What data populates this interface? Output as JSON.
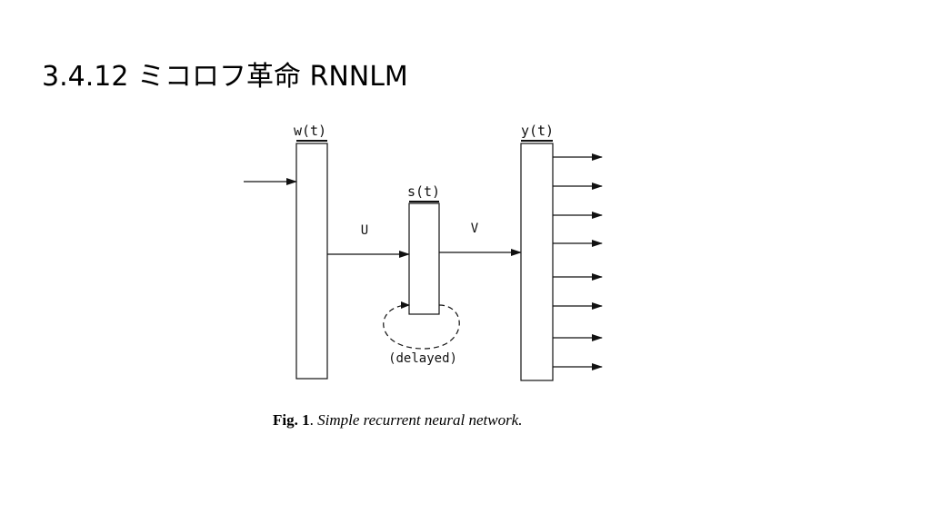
{
  "slide": {
    "title": "3.4.12 ミコロフ革命 RNNLM"
  },
  "diagram": {
    "layers": {
      "input": "w(t)",
      "hidden": "s(t)",
      "output": "y(t)"
    },
    "weights": {
      "input_to_hidden": "U",
      "hidden_to_output": "V"
    },
    "recurrence_label": "(delayed)",
    "output_arrow_count": 8,
    "caption": {
      "label": "Fig. 1",
      "separator": ". ",
      "text": "Simple recurrent neural network."
    }
  }
}
